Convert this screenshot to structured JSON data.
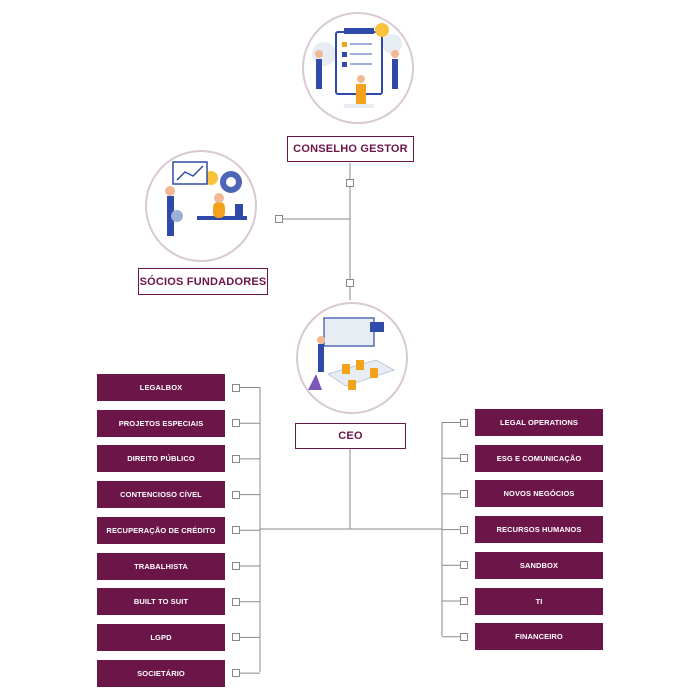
{
  "top": {
    "label": "CONSELHO GESTOR"
  },
  "founders": {
    "label": "SÓCIOS FUNDADORES"
  },
  "ceo": {
    "label": "CEO"
  },
  "left_departments": [
    "LEGALBOX",
    "PROJETOS ESPECIAIS",
    "DIREITO PÚBLICO",
    "CONTENCIOSO CÍVEL",
    "RECUPERAÇÃO DE CRÉDITO",
    "TRABALHISTA",
    "BUILT TO SUIT",
    "LGPD",
    "SOCIETÁRIO"
  ],
  "right_departments": [
    "LEGAL OPERATIONS",
    "ESG E COMUNICAÇÃO",
    "NOVOS NEGÓCIOS",
    "RECURSOS HUMANOS",
    "SANDBOX",
    "TI",
    "FINANCEIRO"
  ],
  "colors": {
    "brand": "#6b1548",
    "line": "#8a8a8a",
    "ring": "#d9c9d3"
  }
}
